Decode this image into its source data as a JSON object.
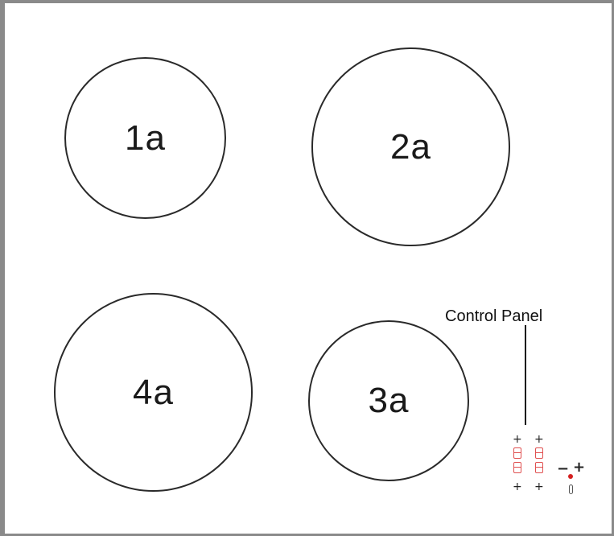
{
  "burners": [
    {
      "id": "1a",
      "label": "1a"
    },
    {
      "id": "2a",
      "label": "2a"
    },
    {
      "id": "3a",
      "label": "3a"
    },
    {
      "id": "4a",
      "label": "4a"
    }
  ],
  "control_panel": {
    "label": "Control Panel",
    "plus_symbol": "+",
    "minus_symbol": "−"
  },
  "colors": {
    "outline": "#2a2a2a",
    "frame": "#8a8a8a",
    "display_digits": "#e05050",
    "indicator_dot": "#d42020"
  }
}
